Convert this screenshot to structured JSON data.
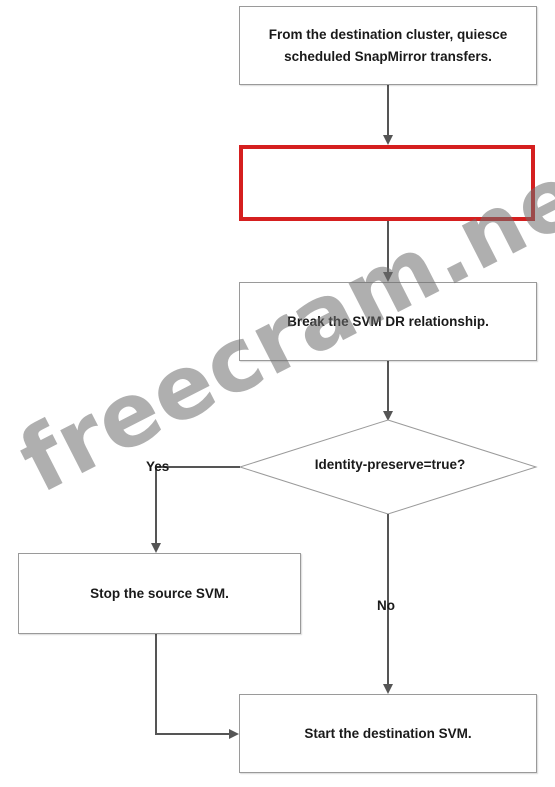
{
  "flowchart": {
    "step_quiesce": "From the destination cluster, quiesce scheduled SnapMirror transfers.",
    "step_blank": "",
    "step_break": "Break the SVM DR relationship.",
    "decision": "Identity-preserve=true?",
    "branch_yes": "Yes",
    "branch_no": "No",
    "step_stop_source": "Stop the source SVM.",
    "step_start_destination": "Start the destination SVM."
  },
  "watermark": "freecram.net",
  "colors": {
    "highlight_border": "#d51f1f",
    "line": "#555555",
    "box_border": "#9a9a9a"
  }
}
